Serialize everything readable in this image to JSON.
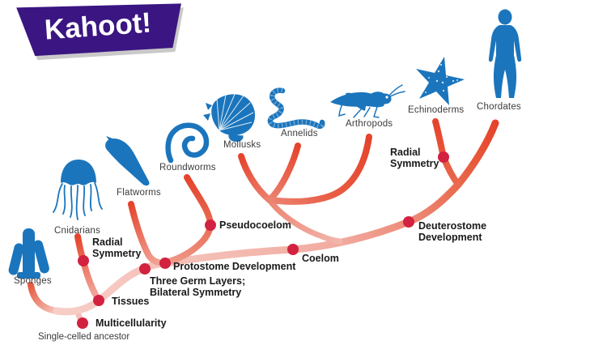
{
  "logo": {
    "text": "Kahoot!",
    "bg_color": "#3B1582",
    "shadow_color": "#C9C9C9",
    "text_color": "#FFFFFF"
  },
  "diagram": {
    "type": "phylogenetic-tree",
    "root_label": "Single-celled ancestor",
    "taxa": [
      {
        "name": "Sponges",
        "icon": "sponge-icon"
      },
      {
        "name": "Cnidarians",
        "icon": "jellyfish-icon"
      },
      {
        "name": "Flatworms",
        "icon": "flatworm-icon"
      },
      {
        "name": "Roundworms",
        "icon": "roundworm-spiral-icon"
      },
      {
        "name": "Mollusks",
        "icon": "scallop-shell-icon"
      },
      {
        "name": "Annelids",
        "icon": "segmented-worm-icon"
      },
      {
        "name": "Arthropods",
        "icon": "grasshopper-icon"
      },
      {
        "name": "Echinoderms",
        "icon": "starfish-icon"
      },
      {
        "name": "Chordates",
        "icon": "human-silhouette-icon"
      }
    ],
    "traits": [
      {
        "label": "Multicellularity"
      },
      {
        "label": "Tissues"
      },
      {
        "label": "Radial\nSymmetry"
      },
      {
        "label": "Three Germ Layers;\nBilateral Symmetry"
      },
      {
        "label": "Protostome Development"
      },
      {
        "label": "Pseudocoelom"
      },
      {
        "label": "Coelom"
      },
      {
        "label": "Deuterostome\nDevelopment"
      },
      {
        "label": "Radial\nSymmetry"
      }
    ]
  },
  "colors": {
    "branch_tip_red": "#E5432B",
    "branch_pale_pink": "#F6CCC5",
    "trait_node_red": "#D22240",
    "icon_blue": "#1B75BC",
    "taxon_text": "#3B3B3B",
    "trait_text": "#1A1A1A"
  }
}
